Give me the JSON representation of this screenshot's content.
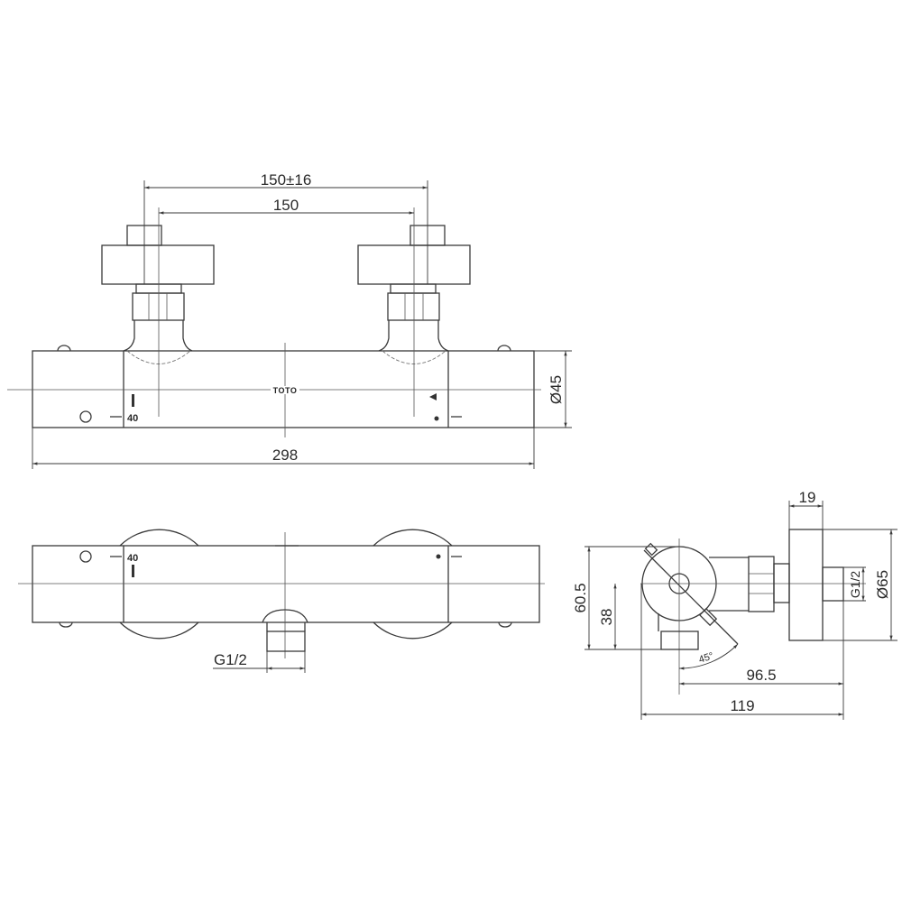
{
  "front_view": {
    "dim_spacing_tolerance": "150±16",
    "dim_spacing": "150",
    "dim_length": "298",
    "dim_diameter": "Ø45",
    "scale_mark": "40",
    "brand_mark": "TOTO"
  },
  "top_view": {
    "scale_mark": "40",
    "dim_outlet_thread": "G1/2"
  },
  "side_view": {
    "dim_flange_depth": "19",
    "dim_flange_diameter": "Ø65",
    "dim_inlet_thread": "G1/2",
    "dim_height_total": "60.5",
    "dim_height_outlet": "38",
    "dim_angle": "45°",
    "dim_depth_outlet": "96.5",
    "dim_depth_total": "119"
  }
}
